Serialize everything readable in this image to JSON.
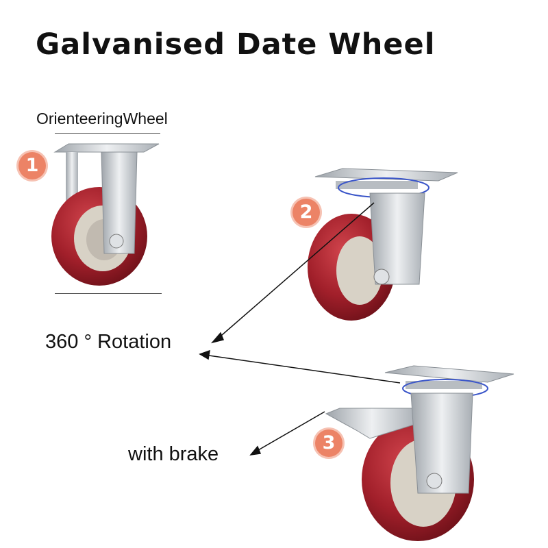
{
  "title": "Galvanised Date Wheel",
  "labels": {
    "fixed": "OrienteeringWheel",
    "rotation": "360 ° Rotation",
    "brake": "with brake"
  },
  "badges": [
    "1",
    "2",
    "3"
  ],
  "colors": {
    "wheel": "#a11f2a",
    "hub": "#d8d2c6",
    "metal": "#c7cbcf",
    "badge": "#ec8366",
    "ring": "#3b56c9"
  }
}
